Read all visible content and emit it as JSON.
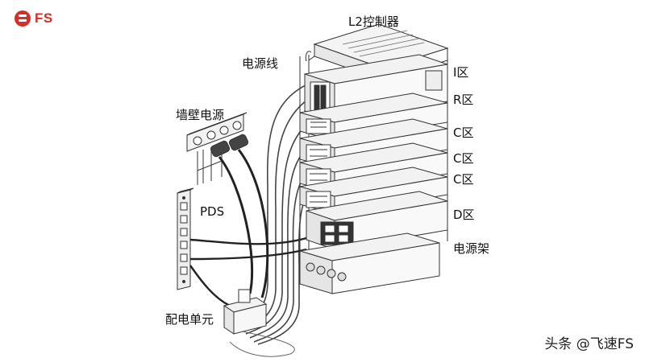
{
  "brand": {
    "logo_text": "FS"
  },
  "labels": {
    "l2_controller": "L2控制器",
    "power_cable": "电源线",
    "wall_power": "墙壁电源",
    "pds": "PDS",
    "distribution_unit": "配电单元",
    "power_rack": "电源架",
    "zone_i": "I区",
    "zone_r": "R区",
    "zone_c1": "C区",
    "zone_c2": "C区",
    "zone_c3": "C区",
    "zone_d": "D区"
  },
  "watermark": "头条 @飞速FS"
}
